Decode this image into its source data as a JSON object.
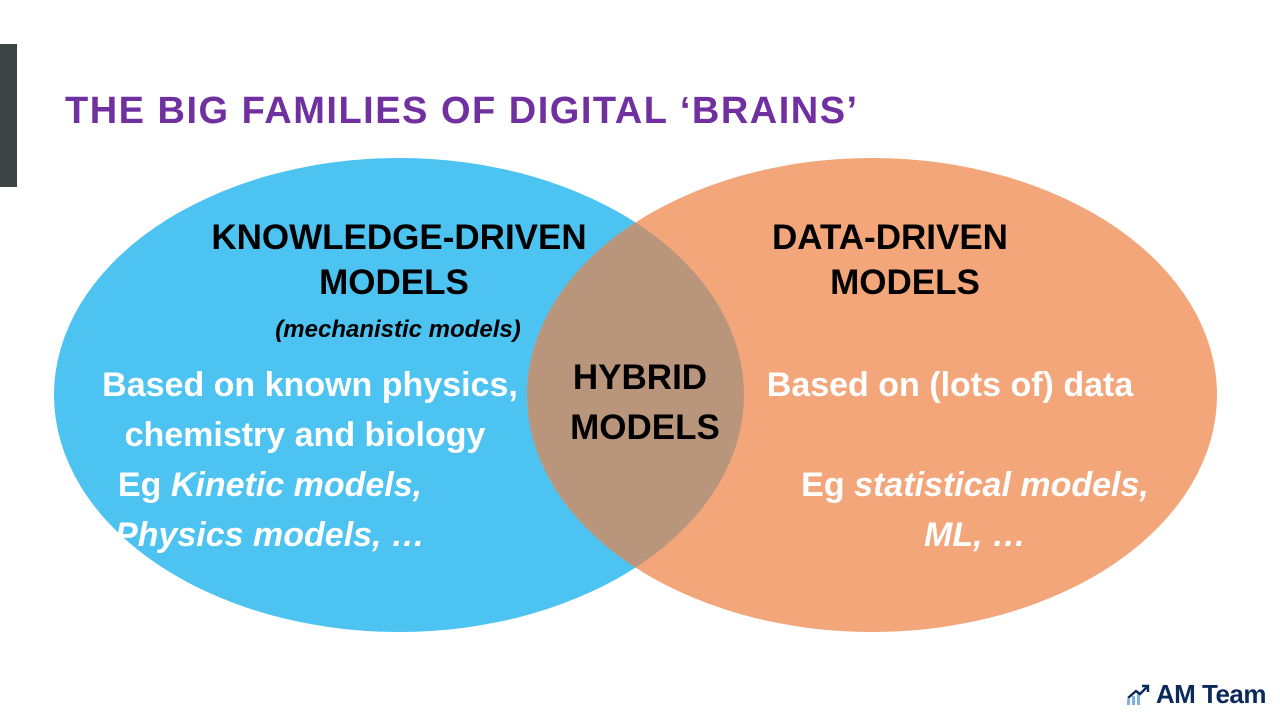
{
  "title": "THE BIG FAMILIES OF DIGITAL ‘BRAINS’",
  "colors": {
    "title": "#7030a0",
    "left_circle": "#4dc3f2",
    "right_circle": "#f2a67a",
    "overlap": "#b9957b",
    "accent_bar": "#3d4443",
    "logo": "#0b2a5c"
  },
  "left": {
    "heading_line1": "KNOWLEDGE-DRIVEN",
    "heading_line2": "MODELS",
    "subheading": "(mechanistic models)",
    "body_line1": "Based on known physics,",
    "body_line2": "chemistry and biology",
    "example_prefix": "Eg ",
    "example_line1": "Kinetic models,",
    "example_line2": "Physics models, …"
  },
  "center": {
    "line1": "HYBRID",
    "line2": "MODELS"
  },
  "right": {
    "heading_line1": "DATA-DRIVEN",
    "heading_line2": "MODELS",
    "body_line1": "Based on (lots of) data",
    "example_prefix": "Eg ",
    "example_line1": "statistical models,",
    "example_line2": "ML, …"
  },
  "logo": {
    "icon": "growth-chart-icon",
    "text": "AM Team"
  }
}
